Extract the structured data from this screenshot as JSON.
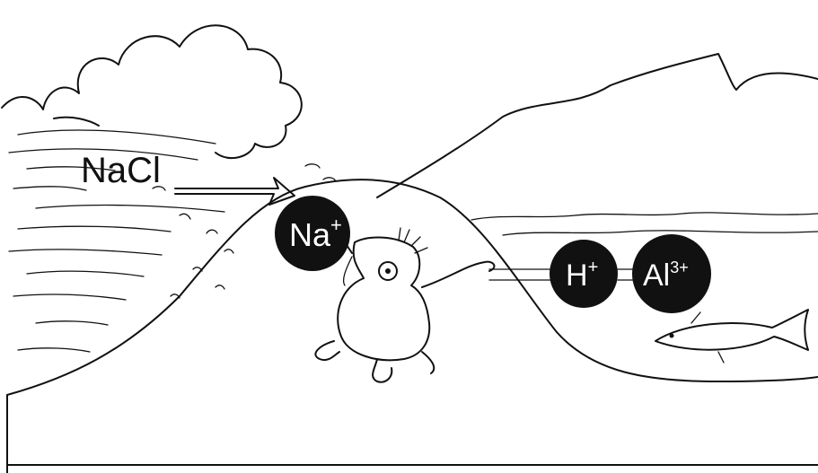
{
  "labels": {
    "salt": "NaCl",
    "sodium": {
      "symbol": "Na",
      "charge": "+"
    },
    "hydrogen": {
      "symbol": "H",
      "charge": "+"
    },
    "aluminium": {
      "symbol": "Al",
      "charge": "3+"
    }
  },
  "colors": {
    "ink": "#111111",
    "background": "#ffffff",
    "ion_fill": "#111111",
    "ion_text": "#ffffff"
  }
}
